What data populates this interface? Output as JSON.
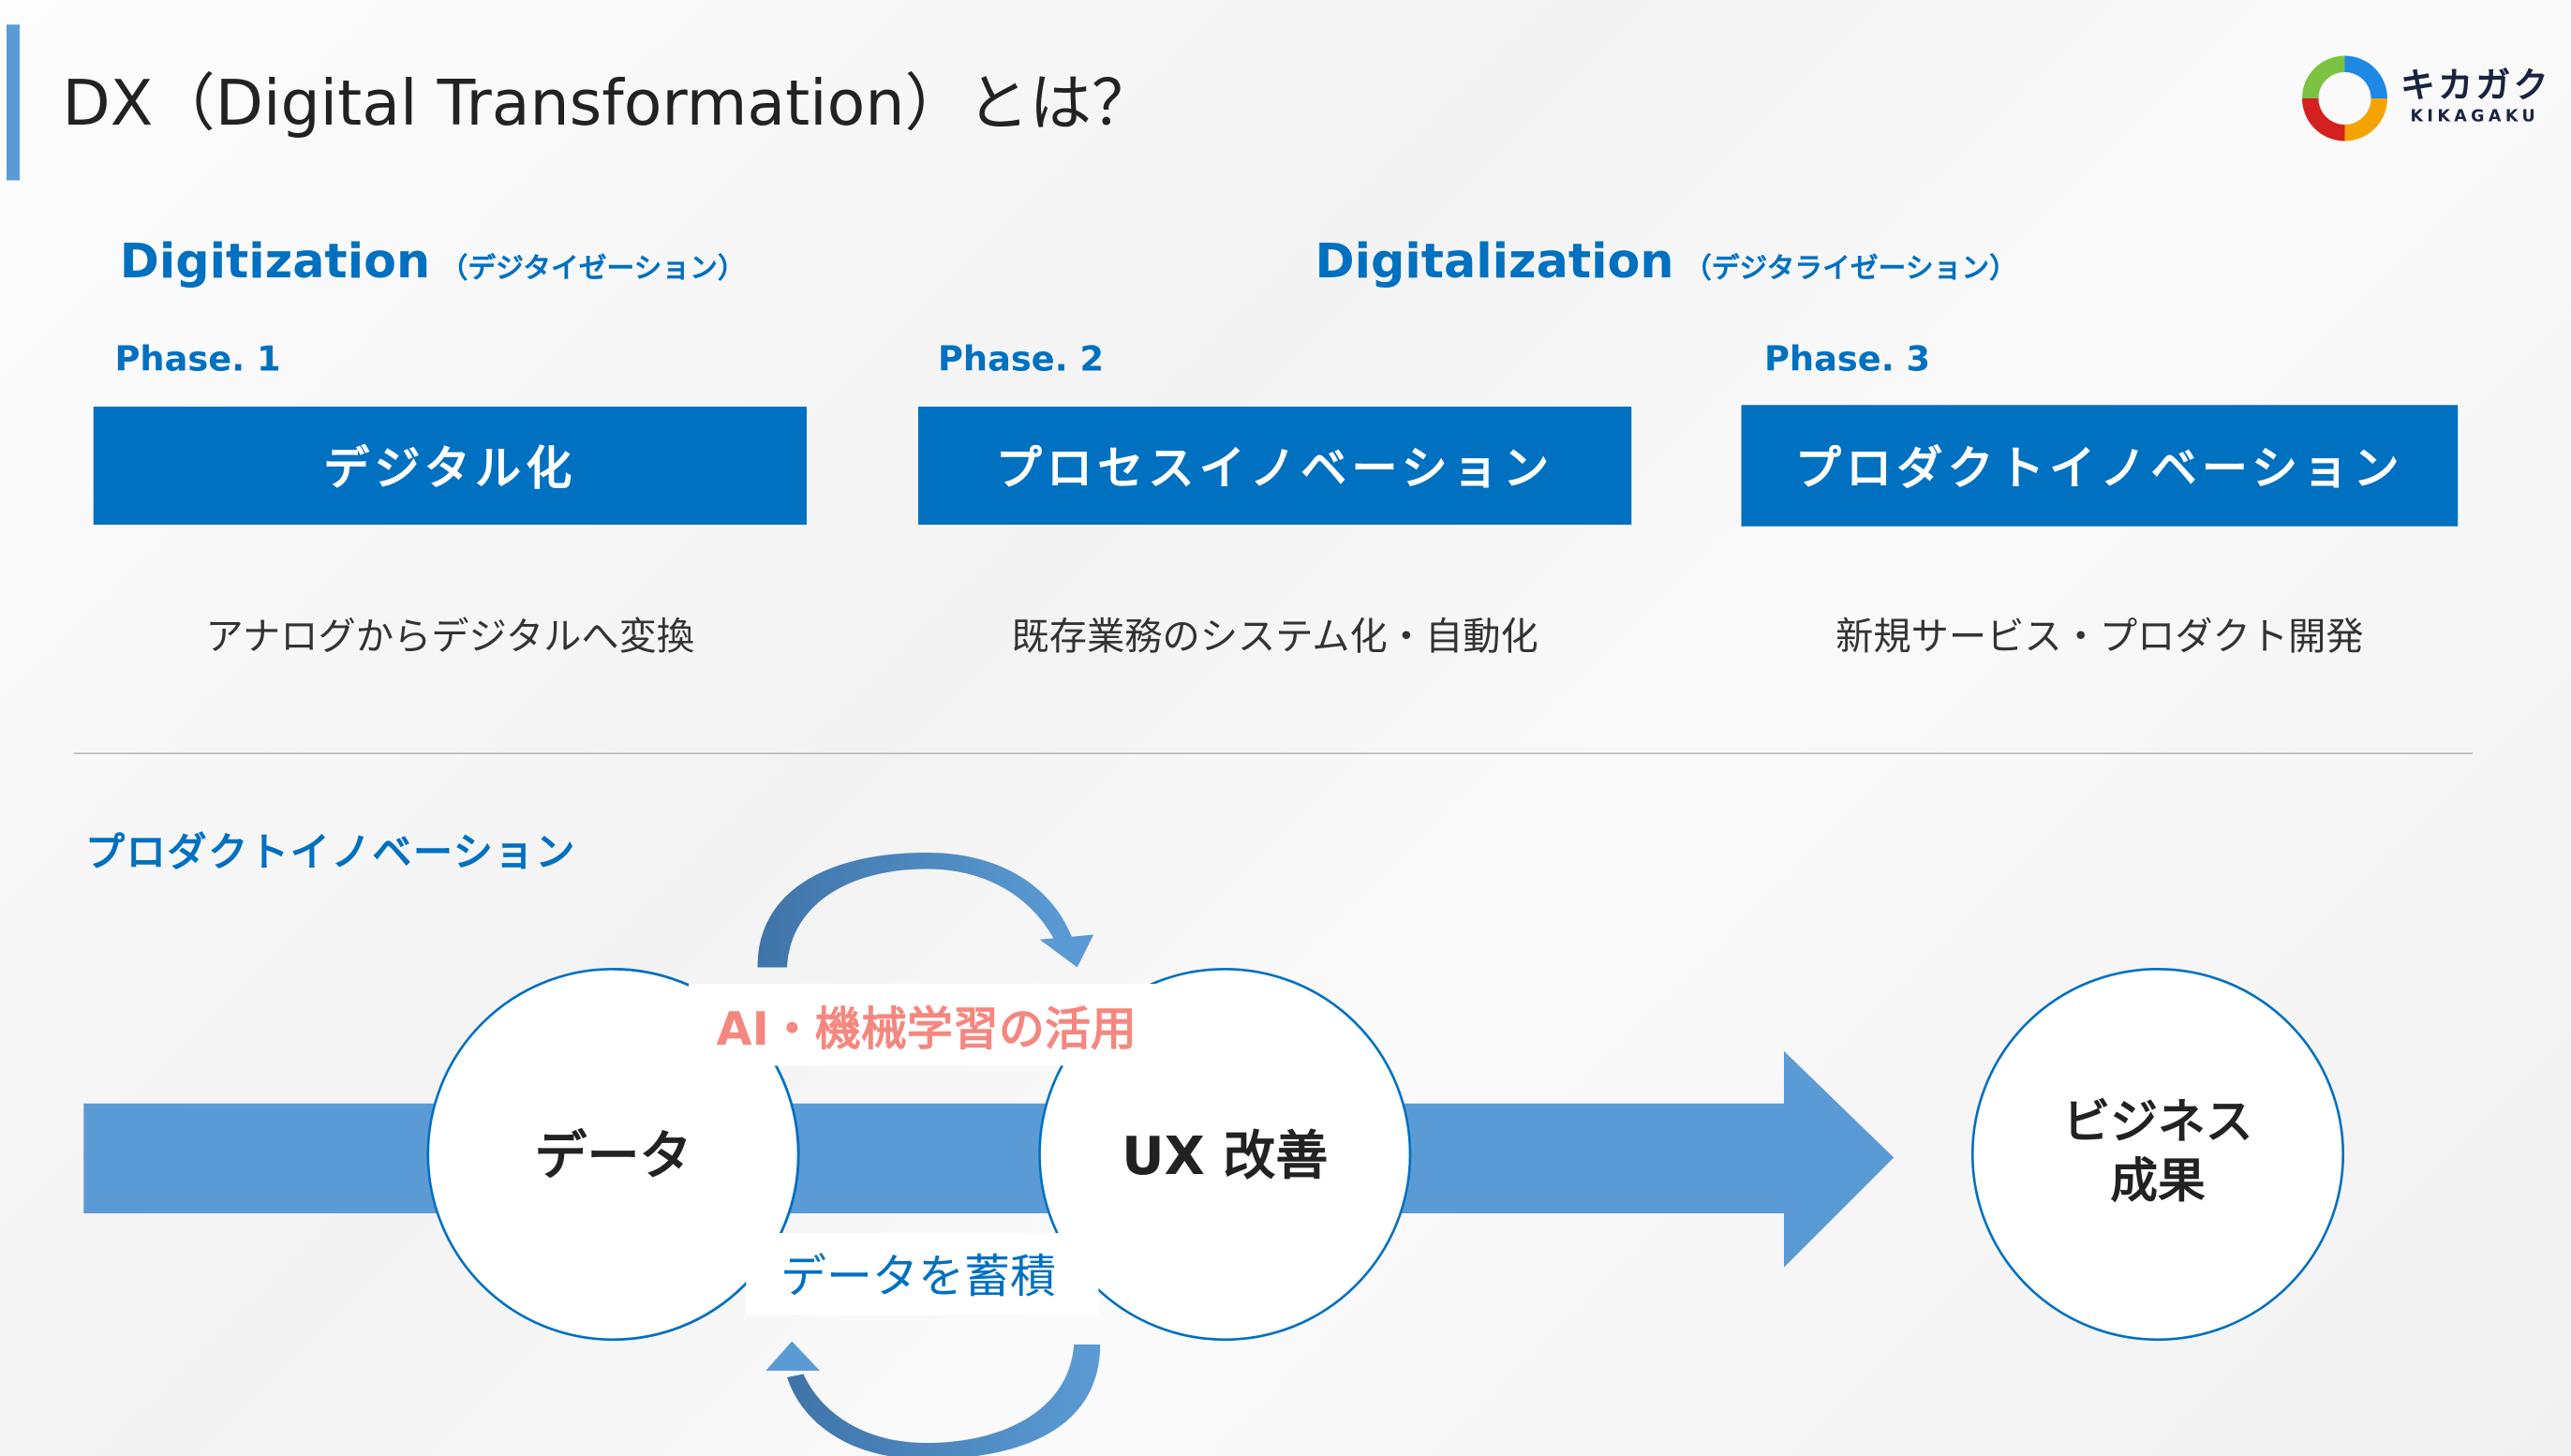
{
  "title": "DX（Digital Transformation）とは？",
  "logo": {
    "jp": "キカガク",
    "en": "KIKAGAKU"
  },
  "groups": [
    {
      "label": "Digitization",
      "reading": "（デジタイゼーション）"
    },
    {
      "label": "Digitalization",
      "reading": "（デジタライゼーション）"
    }
  ],
  "phases": [
    {
      "phase": "Phase. 1",
      "name": "デジタル化",
      "description": "アナログからデジタルへ変換"
    },
    {
      "phase": "Phase. 2",
      "name": "プロセスイノベーション",
      "description": "既存業務のシステム化・自動化"
    },
    {
      "phase": "Phase. 3",
      "name": "プロダクトイノベーション",
      "description": "新規サービス・プロダクト開発"
    }
  ],
  "diagram": {
    "heading": "プロダクトイノベーション",
    "circle_data": "データ",
    "circle_ux": "UX 改善",
    "circle_business_line1": "ビジネス",
    "circle_business_line2": "成果",
    "top_label": "AI・機械学習の活用",
    "bottom_label": "データを蓄積",
    "colors": {
      "primary": "#0070c0",
      "arrow": "#5b9bd5",
      "highlight": "#f4877f"
    }
  }
}
